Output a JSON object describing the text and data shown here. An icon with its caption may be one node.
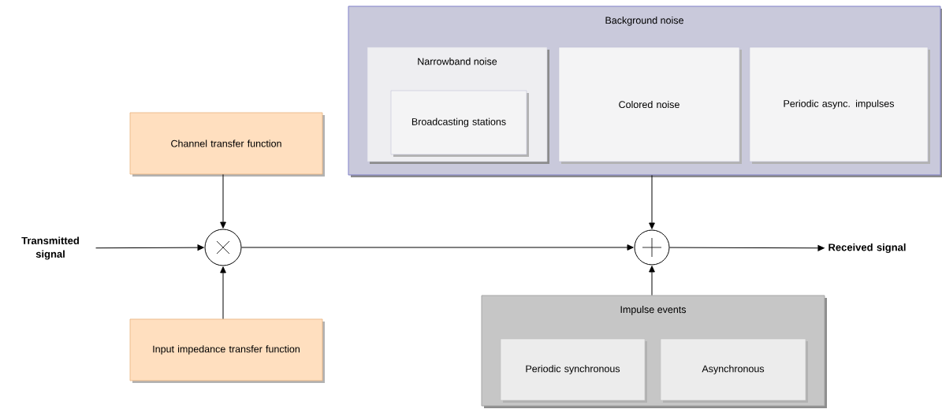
{
  "diagram": {
    "nodes": [
      {
        "text": [
          "**Transmitted signal**"
        ]
      },
      {
        "text": [
          "Channel transfer function"
        ]
      },
      {
        "text": [],
        "shape": "circle"
      },
      {
        "text": [
          "Input impedance transfer function"
        ]
      },
      {
        "text": [
          "Background noise"
        ]
      },
      {
        "text": [
          "Narrowband noise"
        ],
        "in": 4
      },
      {
        "text": [
          "Broadcasting stations"
        ],
        "in": 5
      },
      {
        "text": [
          "Colored noise"
        ],
        "in": 4
      },
      {
        "text": [
          "Periodic async. impulses"
        ],
        "in": 4
      },
      {
        "text": [],
        "shape": "circle"
      },
      {
        "text": [
          "Impulse events"
        ]
      },
      {
        "text": [
          "Periodic synchronous"
        ],
        "in": 10
      },
      {
        "text": [
          "Asynchronous"
        ],
        "in": 10
      },
      {
        "text": [
          "**Received signal**"
        ]
      }
    ],
    "edges": [
      {
        "from": 0,
        "to": 2,
        "arrow": "to"
      },
      {
        "from": 1,
        "to": 2,
        "arrow": "to"
      },
      {
        "from": 3,
        "to": 2,
        "arrow": "to"
      },
      {
        "from": 2,
        "to": 9,
        "arrow": "to"
      },
      {
        "from": 4,
        "to": 9,
        "arrow": "to"
      },
      {
        "from": 10,
        "to": 9,
        "arrow": "to"
      },
      {
        "from": 9,
        "to": 13,
        "arrow": "to"
      }
    ]
  }
}
